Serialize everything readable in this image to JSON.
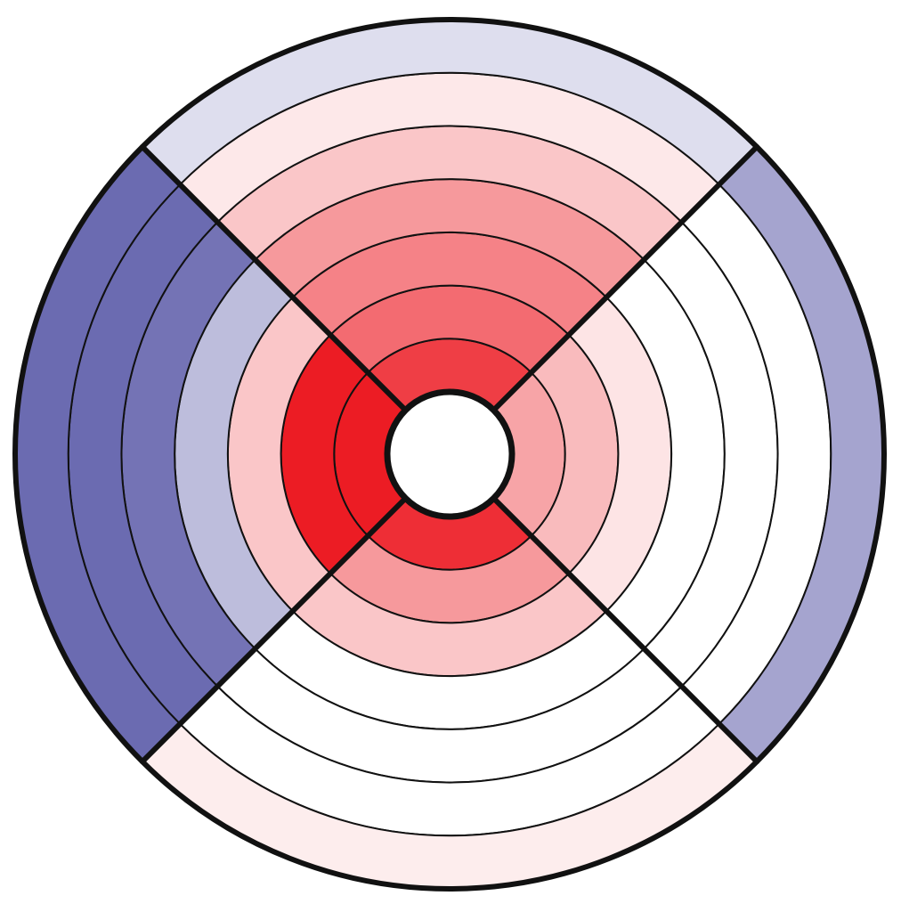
{
  "chart_data": {
    "type": "heatmap",
    "layout": "polar",
    "title": "",
    "xlabel": "",
    "ylabel": "",
    "grid": true,
    "legend": "none",
    "sectors": [
      "top",
      "right",
      "bottom",
      "left"
    ],
    "rings": 7,
    "ring_order": "inner-to-outer",
    "value_range": [
      -1,
      1
    ],
    "colors": {
      "negative": "#5b5aa8",
      "neutral": "#ffffff",
      "positive": "#ec1c24",
      "outline": "#111111",
      "background": "#ffffff"
    },
    "values": {
      "top": [
        0.85,
        0.65,
        0.55,
        0.45,
        0.25,
        0.1,
        -0.2
      ],
      "right": [
        0.4,
        0.3,
        0.12,
        0.0,
        0.0,
        0.0,
        -0.55
      ],
      "bottom": [
        0.92,
        0.45,
        0.25,
        0.0,
        0.0,
        0.0,
        0.08
      ],
      "left": [
        1.0,
        1.0,
        0.25,
        -0.4,
        -0.85,
        -0.9,
        -0.9
      ]
    }
  }
}
